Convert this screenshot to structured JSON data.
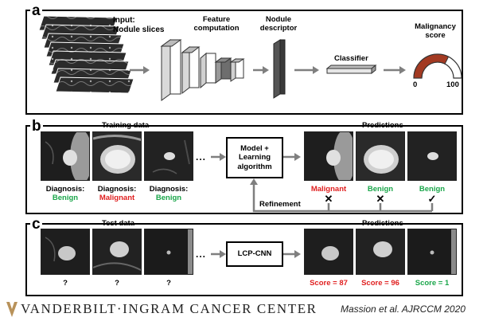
{
  "panel_a": {
    "label": "a",
    "input_label": "Input:\nNodule slices",
    "feature_label": "Feature\ncomputation",
    "descriptor_label": "Nodule\ndescriptor",
    "classifier_label": "Classifier",
    "score_label": "Malignancy\nscore",
    "gauge_min": "0",
    "gauge_max": "100"
  },
  "panel_b": {
    "label": "b",
    "training_label": "Training data",
    "diagnosis_prefix": "Diagnosis:",
    "training_items": [
      {
        "diagnosis": "Benign",
        "color": "#1aa64a"
      },
      {
        "diagnosis": "Malignant",
        "color": "#e02020"
      },
      {
        "diagnosis": "Benign",
        "color": "#1aa64a"
      }
    ],
    "ellipsis": "...",
    "model_label": "Model +\nLearning\nalgorithm",
    "predictions_label": "Predictions",
    "predictions": [
      {
        "label": "Malignant",
        "color": "#e02020",
        "mark": "✕"
      },
      {
        "label": "Benign",
        "color": "#1aa64a",
        "mark": "✕"
      },
      {
        "label": "Benign",
        "color": "#1aa64a",
        "mark": "✓"
      }
    ],
    "refinement_label": "Refinement"
  },
  "panel_c": {
    "label": "c",
    "test_label": "Test data",
    "unknown_mark": "?",
    "ellipsis": "...",
    "model_label": "LCP-CNN",
    "predictions_label": "Predictions",
    "scores": [
      {
        "label": "Score = 87",
        "color": "#e02020"
      },
      {
        "label": "Score = 96",
        "color": "#e02020"
      },
      {
        "label": "Score = 1",
        "color": "#1aa64a"
      }
    ]
  },
  "footer": {
    "logo_text": "VANDERBILT·INGRAM CANCER CENTER",
    "citation": "Massion et al. AJRCCM 2020"
  },
  "colors": {
    "gauge_fill": "#a33a22",
    "arrow": "#7f7f7f",
    "benign": "#1aa64a",
    "malignant": "#e02020"
  }
}
